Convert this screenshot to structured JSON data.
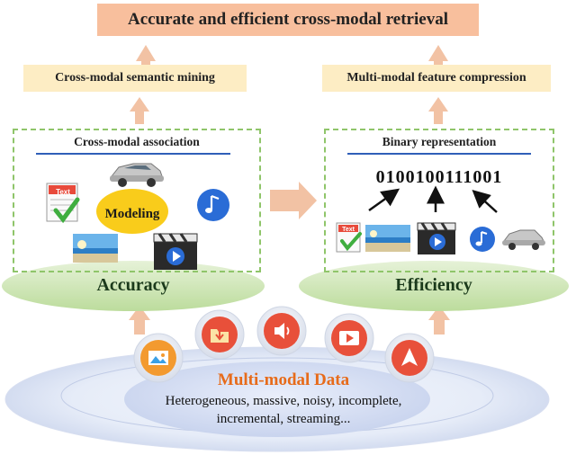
{
  "top": {
    "title": "Accurate and efficient cross-modal retrieval"
  },
  "left": {
    "goal": "Cross-modal semantic mining",
    "panel_title": "Cross-modal association",
    "modeling_label": "Modeling",
    "text_icon_label": "Text",
    "pillar_label": "Accuracy"
  },
  "right": {
    "goal": "Multi-modal feature compression",
    "panel_title": "Binary representation",
    "binary_code": "0100100111001",
    "text_icon_label": "Text",
    "pillar_label": "Efficiency"
  },
  "bottom": {
    "title": "Multi-modal Data",
    "description_line1": "Heterogeneous, massive, noisy, incomplete,",
    "description_line2": "incremental, streaming...",
    "icons": [
      "image-icon",
      "folder-download-icon",
      "speaker-icon",
      "video-play-icon",
      "navigation-arrow-icon"
    ]
  },
  "colors": {
    "top_box": "#f8bf9d",
    "goal_box": "#fdedc4",
    "arrow": "#f2c2a4",
    "pillar": "#cfe6b4",
    "dashed_border": "#8fc56a",
    "modeling_ellipse": "#f9cc1b",
    "icon_red": "#e8503a",
    "music_blue": "#2a6cd6",
    "title_orange": "#e76b1a"
  }
}
